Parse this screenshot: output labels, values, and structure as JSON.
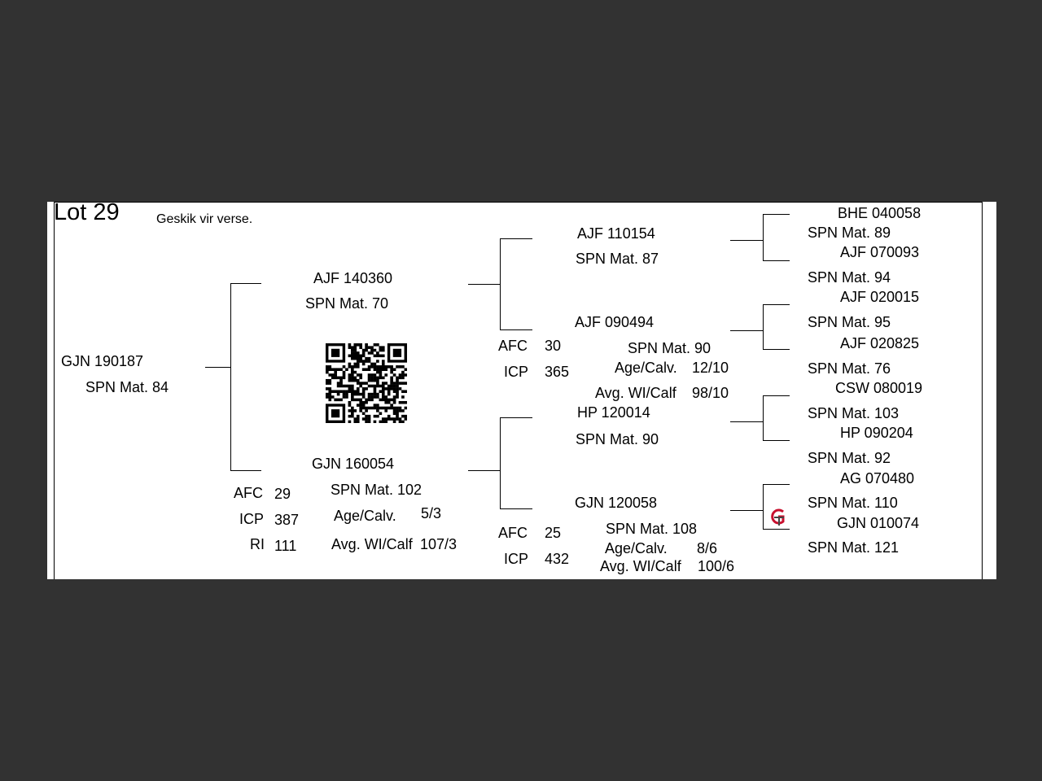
{
  "header": {
    "lot": "Lot 29",
    "note": "Geskik vir verse."
  },
  "animal": {
    "id": "GJN 190187",
    "spn": "SPN Mat. 84"
  },
  "sire": {
    "id": "AJF 140360",
    "spn": "SPN Mat. 70"
  },
  "dam": {
    "id": "GJN 160054",
    "spn": "SPN Mat. 102",
    "afc_label": "AFC",
    "afc": "29",
    "icp_label": "ICP",
    "icp": "387",
    "ri_label": "RI",
    "ri": "111",
    "age_label": "Age/Calv.",
    "age": "5/3",
    "wi_label": "Avg. WI/Calf",
    "wi": "107/3"
  },
  "ss": {
    "id": "AJF 110154",
    "spn": "SPN Mat. 87"
  },
  "sd": {
    "id": "AJF 090494",
    "spn": "SPN Mat. 90",
    "afc_label": "AFC",
    "afc": "30",
    "icp_label": "ICP",
    "icp": "365",
    "age_label": "Age/Calv.",
    "age": "12/10",
    "wi_label": "Avg. WI/Calf",
    "wi": "98/10"
  },
  "ds": {
    "id": "HP  120014",
    "spn": "SPN Mat. 90"
  },
  "dd": {
    "id": "GJN 120058",
    "spn": "SPN Mat. 108",
    "afc_label": "AFC",
    "afc": "25",
    "icp_label": "ICP",
    "icp": "432",
    "age_label": "Age/Calv.",
    "age": "8/6",
    "wi_label": "Avg. WI/Calf",
    "wi": "100/6"
  },
  "g3": [
    {
      "id": "BHE 040058",
      "spn": "SPN Mat. 89"
    },
    {
      "id": "AJF 070093",
      "spn": "SPN Mat. 94"
    },
    {
      "id": "AJF 020015",
      "spn": "SPN Mat. 95"
    },
    {
      "id": "AJF 020825",
      "spn": "SPN Mat. 76"
    },
    {
      "id": "CSW 080019",
      "spn": "SPN Mat. 103"
    },
    {
      "id": "HP  090204",
      "spn": "SPN Mat. 92"
    },
    {
      "id": "AG  070480",
      "spn": "SPN Mat. 110"
    },
    {
      "id": "GJN 010074",
      "spn": "SPN Mat. 121"
    }
  ],
  "icons": {
    "qr": "qr-code-icon",
    "logo": "gt-logo-icon"
  },
  "colors": {
    "background": "#323232",
    "sheet": "#ffffff",
    "logo_red": "#c8102e"
  }
}
